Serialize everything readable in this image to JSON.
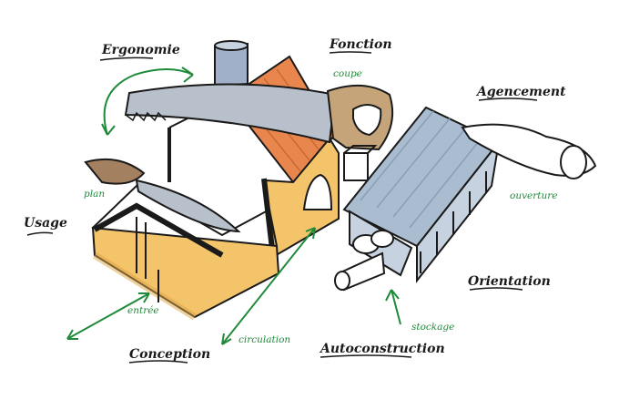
{
  "labels": {
    "ergonomie": "Ergonomie",
    "fonction": "Fonction",
    "coupe": "coupe",
    "agencement": "Agencement",
    "plan": "plan",
    "usage": "Usage",
    "ouverture": "ouverture",
    "entree": "entrée",
    "orientation": "Orientation",
    "circulation": "circulation",
    "stockage": "stockage",
    "conception": "Conception",
    "autoconstruction": "Autoconstruction"
  },
  "colors": {
    "ink": "#1a1a1a",
    "green": "#1e8a3a",
    "roof_orange": "#e8864e",
    "wall_yellow": "#f3c46a",
    "roof_blue": "#a9bcd0",
    "chimney_blue": "#9fb0c8",
    "wood_brown": "#a38060",
    "saw_grey": "#b8c0cc"
  }
}
